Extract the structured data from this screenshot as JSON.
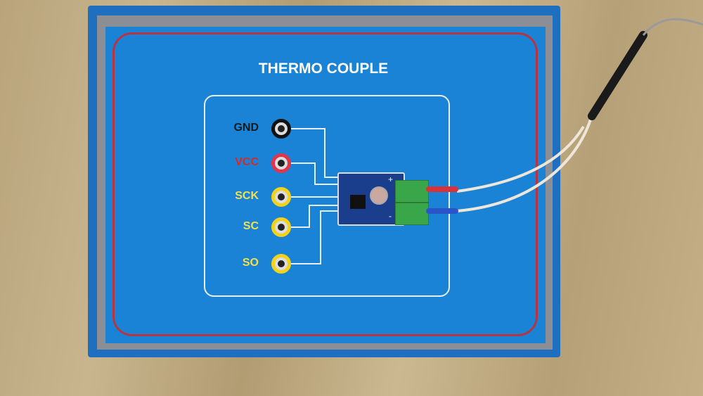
{
  "panel": {
    "title": "THERMO COUPLE"
  },
  "pins": [
    {
      "label": "GND",
      "color": "#1a1a1a",
      "jack": "#111111"
    },
    {
      "label": "VCC",
      "color": "#d42a2a",
      "jack": "#e0354a"
    },
    {
      "label": "SCK",
      "color": "#f4e04a",
      "jack": "#f2d21a"
    },
    {
      "label": "SC",
      "color": "#f4e04a",
      "jack": "#f2d21a"
    },
    {
      "label": "SO",
      "color": "#f4e04a",
      "jack": "#f2d21a"
    }
  ],
  "module": {
    "plus": "+",
    "minus": "-"
  }
}
